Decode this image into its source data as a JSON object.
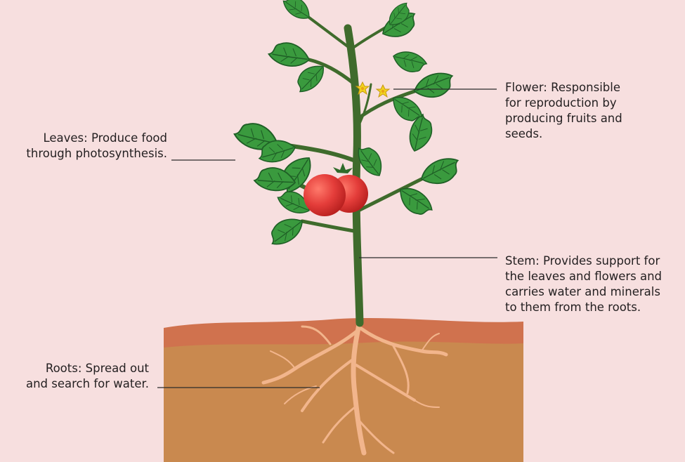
{
  "labels": {
    "leaves": "Leaves: Produce food\nthrough photosynthesis.",
    "flower": "Flower: Responsible\nfor reproduction by\nproducing fruits and\nseeds.",
    "stem": "Stem: Provides support for\nthe leaves and flowers and\ncarries water and minerals\nto them from the roots.",
    "roots": "Roots: Spread out\nand search for water."
  },
  "colors": {
    "background": "#f7dfdf",
    "soil_top": "#d0724e",
    "soil_body": "#c9894f",
    "leaf": "#3a9a3e",
    "leaf_dark": "#1f5f26",
    "stem": "#3f6b2c",
    "tomato": "#e43d3a",
    "flower": "#f3d320",
    "root": "#f2b58c"
  }
}
